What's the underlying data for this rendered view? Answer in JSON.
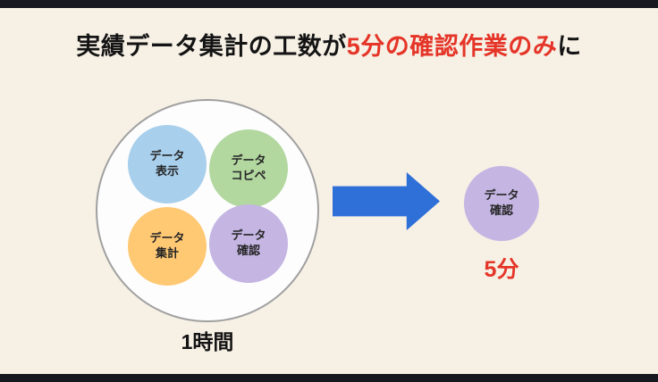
{
  "title": {
    "prefix": "実績データ集計の工数が",
    "highlight": "5分の確認作業のみ",
    "suffix": "に"
  },
  "before": {
    "time_label": "1時間",
    "circles": [
      {
        "line1": "データ",
        "line2": "表示",
        "color": "#a8cfec"
      },
      {
        "line1": "データ",
        "line2": "コピペ",
        "color": "#b2d8a0"
      },
      {
        "line1": "データ",
        "line2": "集計",
        "color": "#ffc873"
      },
      {
        "line1": "データ",
        "line2": "確認",
        "color": "#c4b5e3"
      }
    ]
  },
  "after": {
    "time_label": "5分",
    "circle": {
      "line1": "データ",
      "line2": "確認",
      "color": "#c4b5e3"
    }
  },
  "colors": {
    "background": "#f6f0e5",
    "edge_bar": "#17171f",
    "highlight_red": "#e53528",
    "arrow_blue": "#2e6fd8",
    "big_circle_border": "#a0a0a0"
  }
}
